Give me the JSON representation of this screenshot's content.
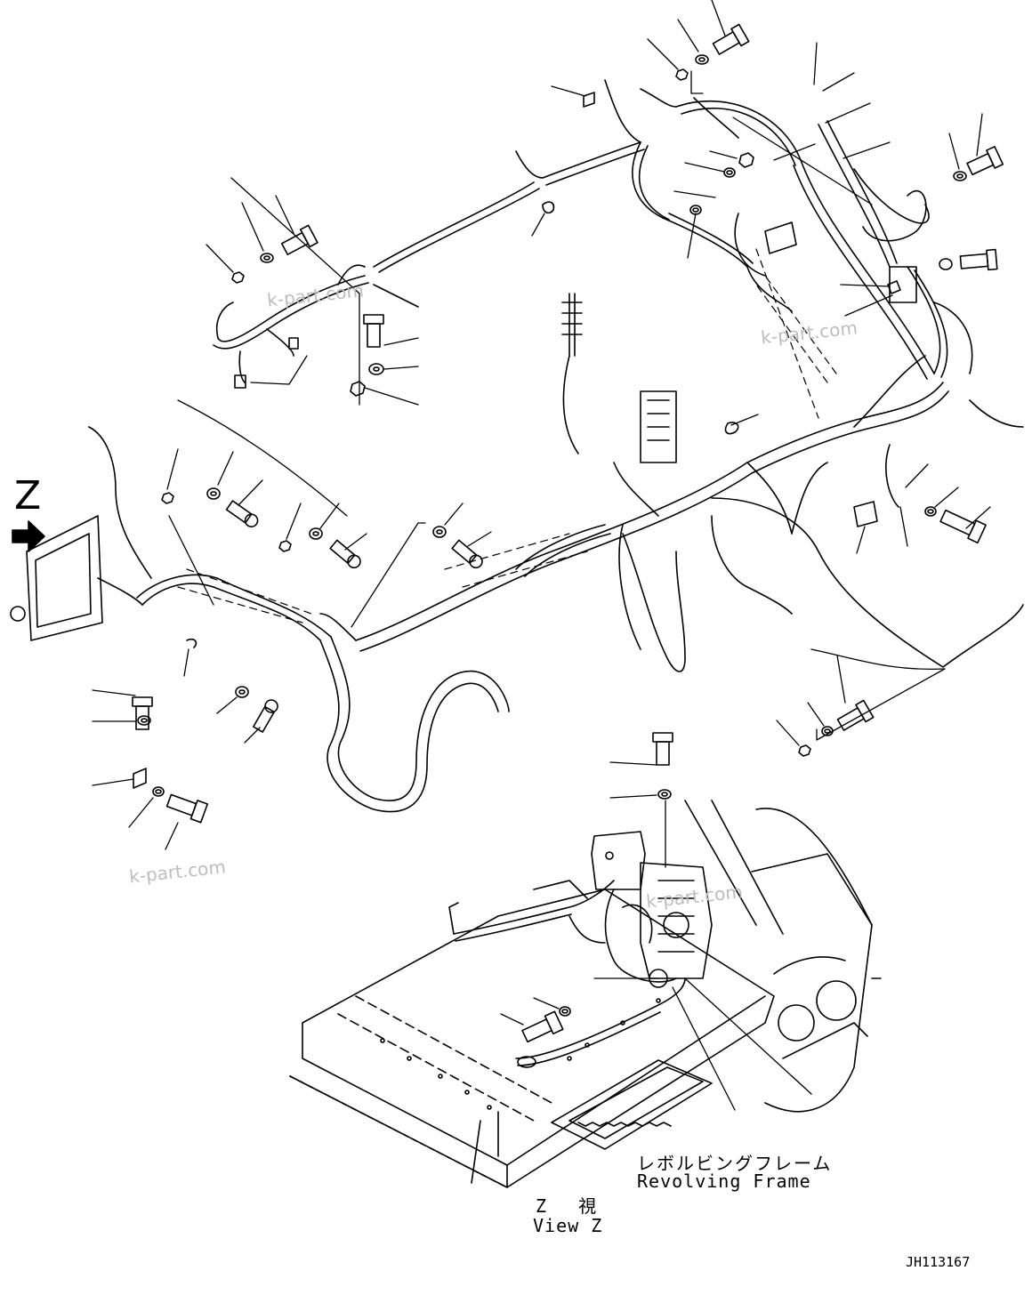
{
  "view_marker": {
    "letter": "Z"
  },
  "watermarks": [
    "k-part.com",
    "k-part.com",
    "k-part.com",
    "k-part.com"
  ],
  "labels": {
    "revolving_frame_jp": "レボルビングフレーム",
    "revolving_frame_en": "Revolving Frame",
    "view_z_jp": "Z 視",
    "view_z_en": "View Z"
  },
  "drawing_id": "JH113167"
}
